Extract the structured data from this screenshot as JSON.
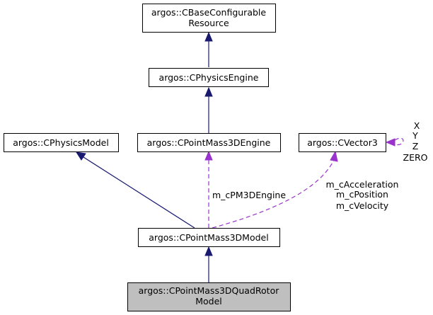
{
  "nodes": {
    "base_configurable_resource": {
      "lines": [
        "argos::CBaseConfigurable",
        "Resource"
      ]
    },
    "physics_engine": {
      "lines": [
        "argos::CPhysicsEngine"
      ]
    },
    "physics_model": {
      "lines": [
        "argos::CPhysicsModel"
      ]
    },
    "point_mass_3d_engine": {
      "lines": [
        "argos::CPointMass3DEngine"
      ]
    },
    "vector3": {
      "lines": [
        "argos::CVector3"
      ]
    },
    "point_mass_3d_model": {
      "lines": [
        "argos::CPointMass3DModel"
      ]
    },
    "point_mass_3d_quadrotor_model": {
      "lines": [
        "argos::CPointMass3DQuadRotor",
        "Model"
      ]
    }
  },
  "edge_labels": {
    "pm3d_engine": [
      "m_cPM3DEngine"
    ],
    "vector3_members": [
      "m_cAcceleration",
      "m_cPosition",
      "m_cVelocity"
    ],
    "vector3_self": [
      "X",
      "Y",
      "Z",
      "ZERO"
    ]
  },
  "colors": {
    "inheritance_edge": "#191970",
    "usage_edge": "#9a32cd",
    "highlight_fill": "#bfbfbf"
  }
}
